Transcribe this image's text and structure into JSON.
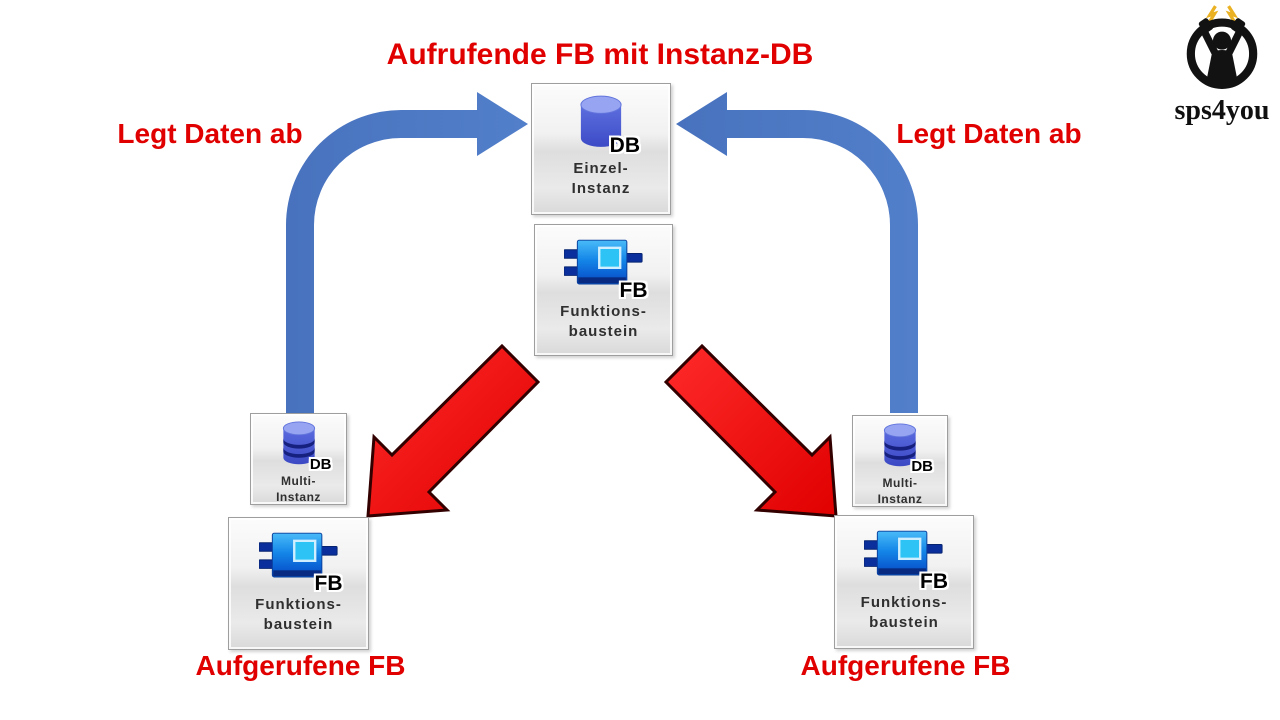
{
  "title": "Aufrufende FB mit Instanz-DB",
  "annotations": {
    "legt_daten_left": "Legt Daten ab",
    "legt_daten_right": "Legt Daten ab",
    "aufgerufene_left": "Aufgerufene FB",
    "aufgerufene_right": "Aufgerufene FB"
  },
  "boxes": {
    "einzel_instanz": {
      "badge": "DB",
      "line1": "Einzel-",
      "line2": "Instanz"
    },
    "fb_caller": {
      "badge": "FB",
      "line1": "Funktions-",
      "line2": "baustein"
    },
    "multi_left": {
      "badge": "DB",
      "line1": "Multi-",
      "line2": "Instanz"
    },
    "fb_called_left": {
      "badge": "FB",
      "line1": "Funktions-",
      "line2": "baustein"
    },
    "multi_right": {
      "badge": "DB",
      "line1": "Multi-",
      "line2": "Instanz"
    },
    "fb_called_right": {
      "badge": "FB",
      "line1": "Funktions-",
      "line2": "baustein"
    }
  },
  "logo": {
    "text": "sps4you"
  },
  "colors": {
    "label_red": "#e10000",
    "arrow_blue": "#4b77c4",
    "arrow_red_fill": "#f40404",
    "arrow_red_outline": "#330000",
    "db_icon_blue": "#5363d6",
    "fb_icon_blue": "#1486e8"
  }
}
